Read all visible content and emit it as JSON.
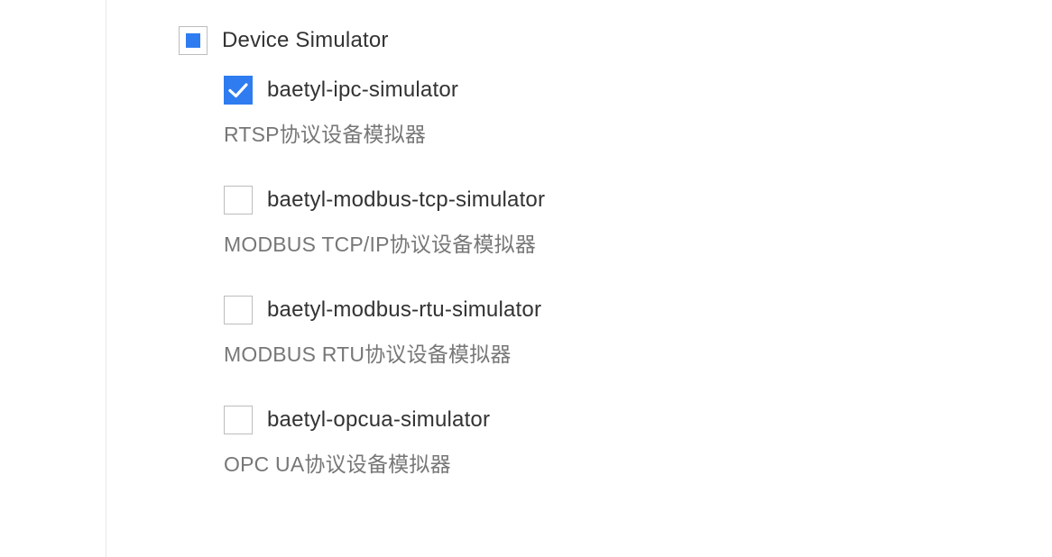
{
  "group": {
    "label": "Device Simulator",
    "state": "indeterminate"
  },
  "options": [
    {
      "label": "baetyl-ipc-simulator",
      "description": "RTSP协议设备模拟器",
      "checked": true
    },
    {
      "label": "baetyl-modbus-tcp-simulator",
      "description": "MODBUS TCP/IP协议设备模拟器",
      "checked": false
    },
    {
      "label": "baetyl-modbus-rtu-simulator",
      "description": "MODBUS RTU协议设备模拟器",
      "checked": false
    },
    {
      "label": "baetyl-opcua-simulator",
      "description": "OPC UA协议设备模拟器",
      "checked": false
    }
  ],
  "colors": {
    "accent": "#2e7cf0",
    "text": "#333333",
    "muted": "#777777",
    "border": "#bdbdbd"
  }
}
